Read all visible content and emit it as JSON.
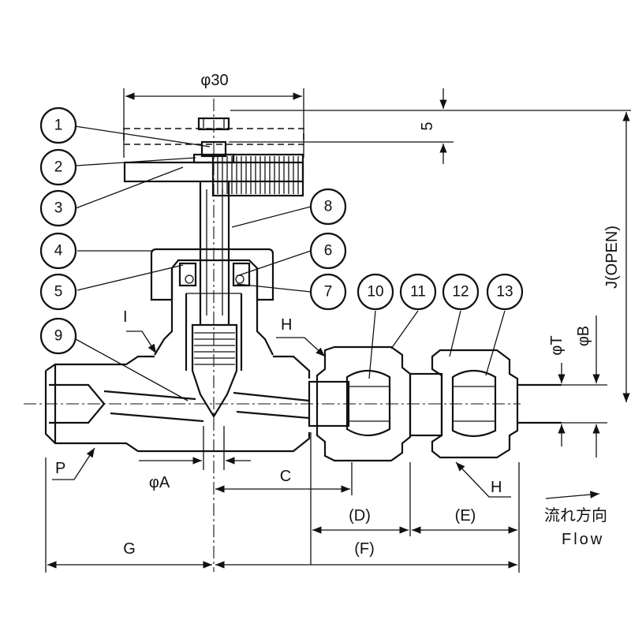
{
  "parts": [
    "1",
    "2",
    "3",
    "4",
    "5",
    "6",
    "7",
    "8",
    "9",
    "10",
    "11",
    "12",
    "13"
  ],
  "dims": {
    "phi30": "φ30",
    "five": "5",
    "j_open": "J(OPEN)",
    "phiT": "φT",
    "phiB": "φB",
    "phiA": "φA",
    "c": "C",
    "d": "(D)",
    "e": "(E)",
    "f": "(F)",
    "g": "G",
    "h_top": "H",
    "h_bottom": "H",
    "i": "I",
    "p": "P"
  },
  "flow": {
    "jp": "流れ方向",
    "en": "Flow"
  }
}
